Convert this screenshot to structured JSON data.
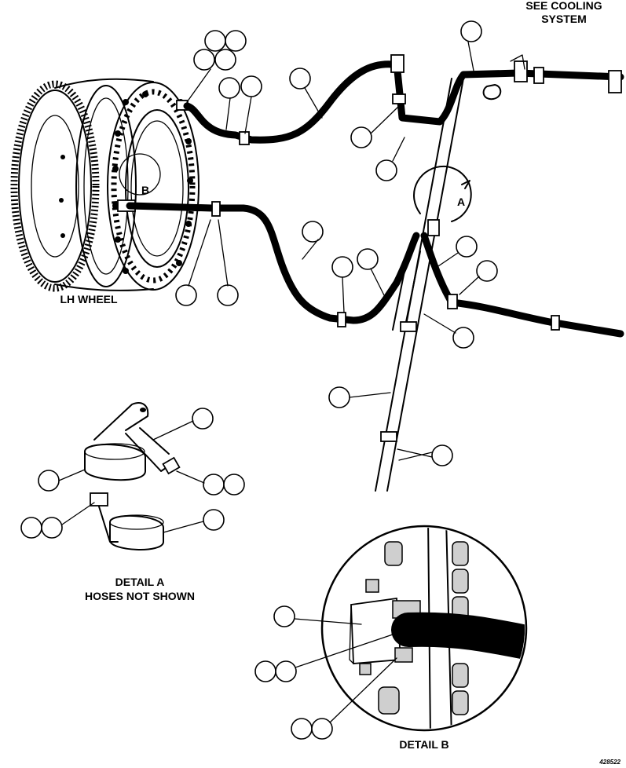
{
  "labels": {
    "see_cooling": "SEE COOLING",
    "system": "SYSTEM",
    "lh_wheel": "LH WHEEL",
    "detail_a": "DETAIL A",
    "hoses_not_shown": "HOSES NOT SHOWN",
    "detail_b": "DETAIL B",
    "view_a": "A",
    "view_b": "B",
    "figure_number": "428522"
  }
}
